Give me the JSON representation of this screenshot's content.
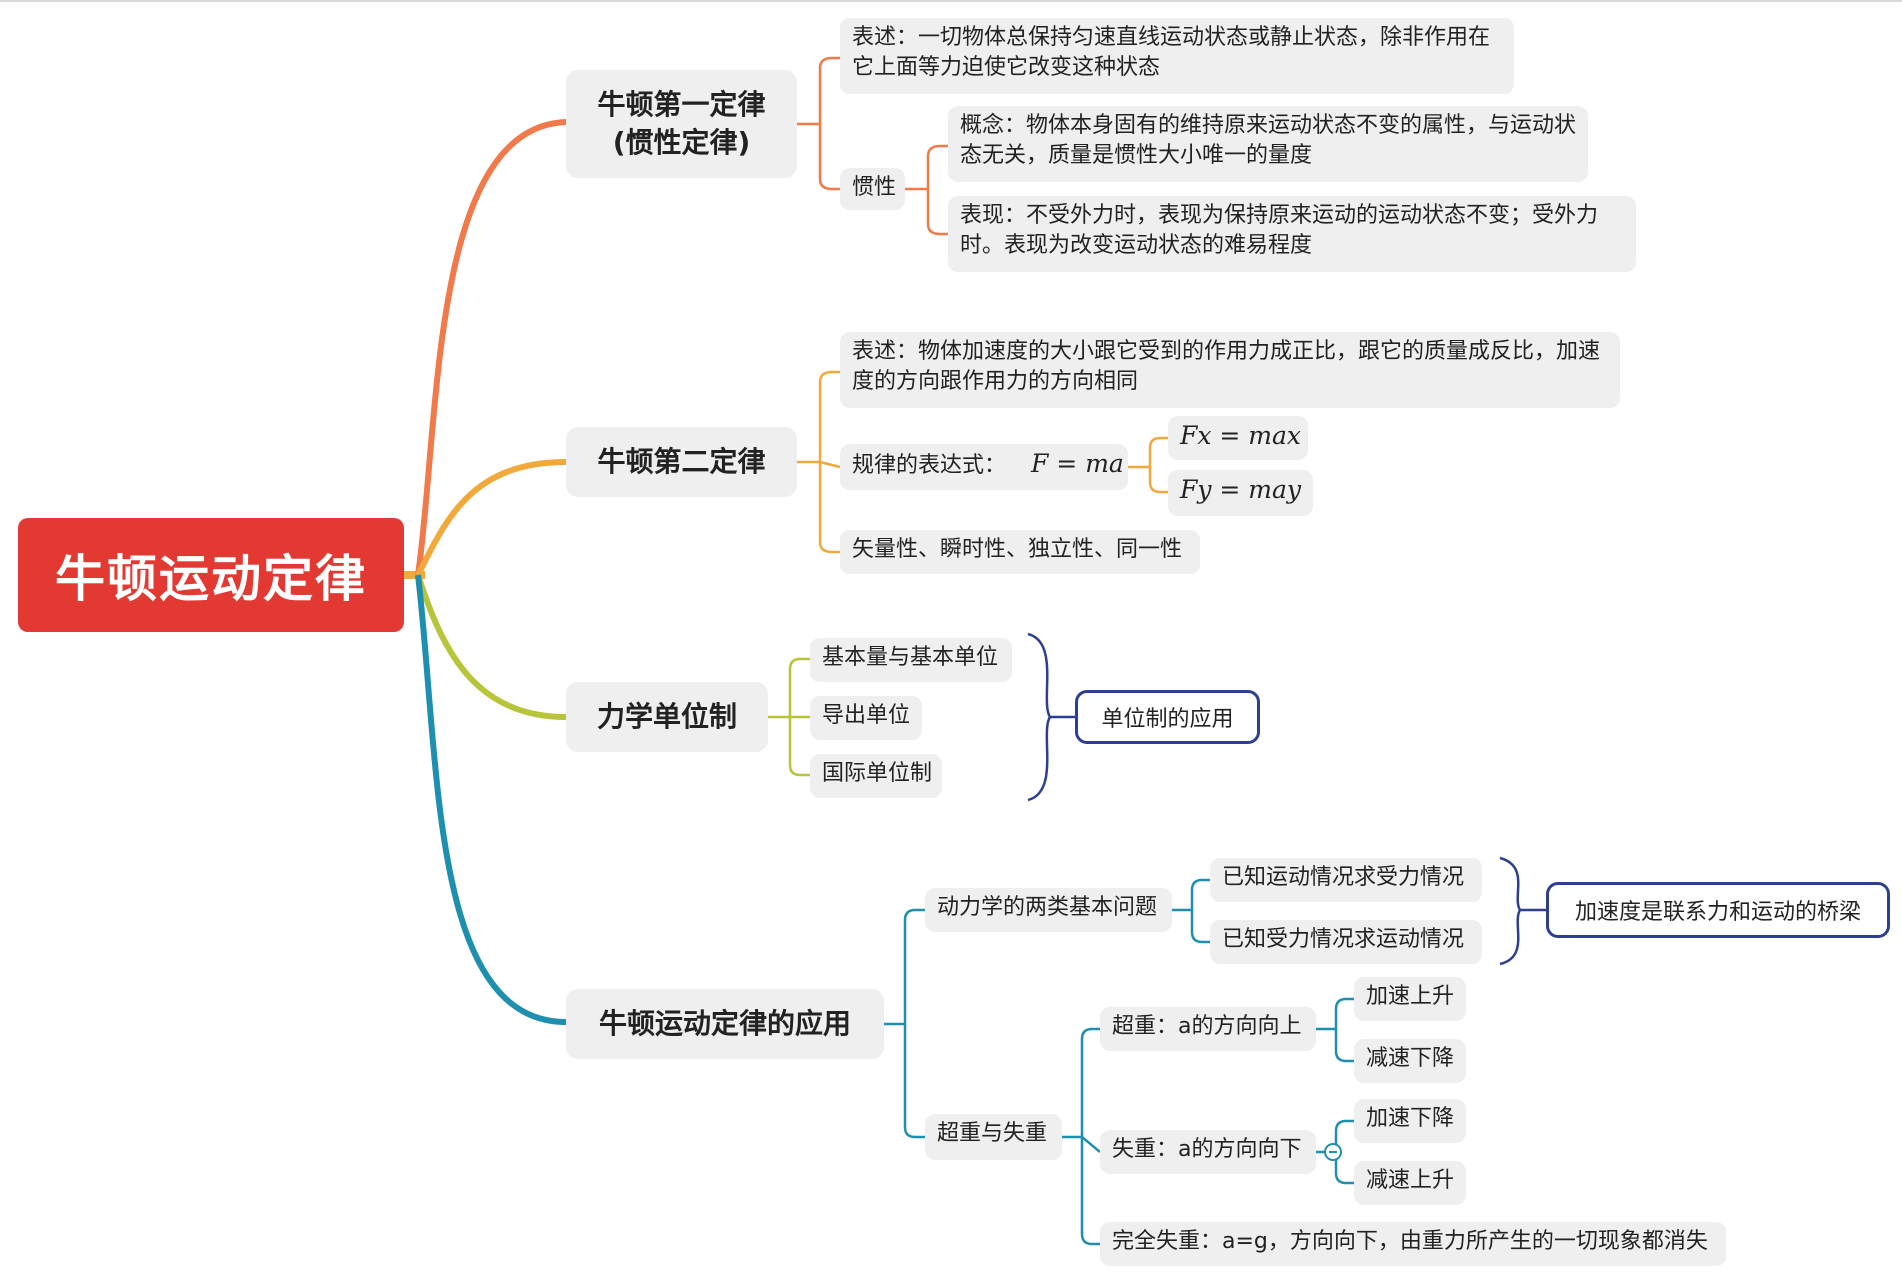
{
  "root": {
    "label": "牛顿运动定律"
  },
  "colors": {
    "root": "#e23a33",
    "first_law": "#f07a4a",
    "second_law": "#f2a93b",
    "unit_system": "#b8c43a",
    "application": "#1f8fb0",
    "bracket": "#2f3f8f"
  },
  "first_law": {
    "title_line1": "牛顿第一定律",
    "title_line2": "(惯性定律)",
    "statement": "表述：一切物体总保持匀速直线运动状态或静止状态，除非作用在它上面等力迫使它改变这种状态",
    "inertia": {
      "label": "惯性",
      "concept": "概念：物体本身固有的维持原来运动状态不变的属性，与运动状态无关，质量是惯性大小唯一的量度",
      "manifestation": "表现：不受外力时，表现为保持原来运动的运动状态不变；受外力时。表现为改变运动状态的难易程度"
    }
  },
  "second_law": {
    "title": "牛顿第二定律",
    "statement": "表述：物体加速度的大小跟它受到的作用力成正比，跟它的质量成反比，加速度的方向跟作用力的方向相同",
    "expression_label": "规律的表达式：",
    "expression_formula": "F = ma",
    "component_x": "Fx = max",
    "component_y": "Fy = may",
    "properties": "矢量性、瞬时性、独立性、同一性"
  },
  "unit_system": {
    "title": "力学单位制",
    "items": [
      "基本量与基本单位",
      "导出单位",
      "国际单位制"
    ],
    "summary": "单位制的应用"
  },
  "application": {
    "title": "牛顿运动定律的应用",
    "dynamics": {
      "label": "动力学的两类基本问题",
      "items": [
        "已知运动情况求受力情况",
        "已知受力情况求运动情况"
      ],
      "summary": "加速度是联系力和运动的桥梁"
    },
    "weight": {
      "label": "超重与失重",
      "overweight": {
        "label": "超重：a的方向向上",
        "items": [
          "加速上升",
          "减速下降"
        ]
      },
      "weightless": {
        "label": "失重：a的方向向下",
        "items": [
          "加速下降",
          "减速上升"
        ]
      },
      "complete": "完全失重：a=g，方向向下，由重力所产生的一切现象都消失"
    }
  }
}
